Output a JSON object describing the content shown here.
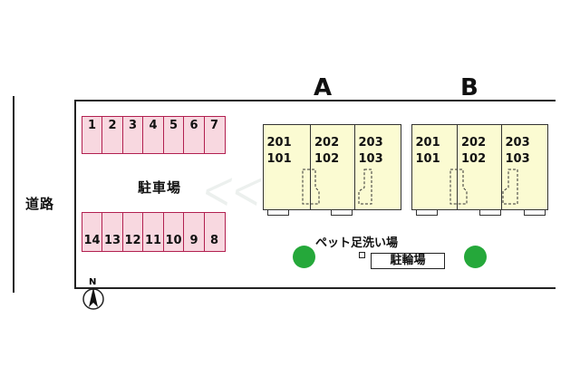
{
  "road_label": "道路",
  "parking": {
    "label": "駐車場",
    "top_row": [
      "1",
      "2",
      "3",
      "4",
      "5",
      "6",
      "7"
    ],
    "bottom_row": [
      "14",
      "13",
      "12",
      "11",
      "10",
      "9",
      "8"
    ]
  },
  "buildings": [
    {
      "letter": "A",
      "units": [
        {
          "upper": "201",
          "lower": "101"
        },
        {
          "upper": "202",
          "lower": "102"
        },
        {
          "upper": "203",
          "lower": "103"
        }
      ]
    },
    {
      "letter": "B",
      "units": [
        {
          "upper": "201",
          "lower": "101"
        },
        {
          "upper": "202",
          "lower": "102"
        },
        {
          "upper": "203",
          "lower": "103"
        }
      ]
    }
  ],
  "pet_wash_label": "ペット足洗い場",
  "bicycle_parking_label": "駐輪場",
  "north_label": "N",
  "colors": {
    "parking_fill": "#f8d8e0",
    "parking_border": "#b22050",
    "building_fill": "#fbfbd2",
    "tree": "#25a83a"
  }
}
